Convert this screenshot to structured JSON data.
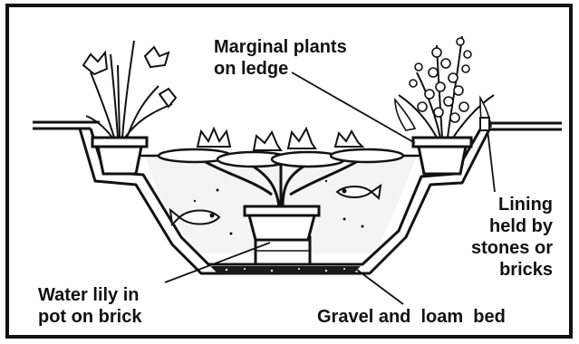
{
  "labels": {
    "marginal_line1": "Marginal plants",
    "marginal_line2": "on ledge",
    "lining_line1": "Lining",
    "lining_line2": "held by",
    "lining_line3": "stones or",
    "lining_line4": "bricks",
    "lily_line1": "Water lily in",
    "lily_line2": "pot on brick",
    "gravel": "Gravel and  loam  bed"
  },
  "colors": {
    "ink": "#111111",
    "paper": "#ffffff",
    "water": "#f4f4f4"
  }
}
